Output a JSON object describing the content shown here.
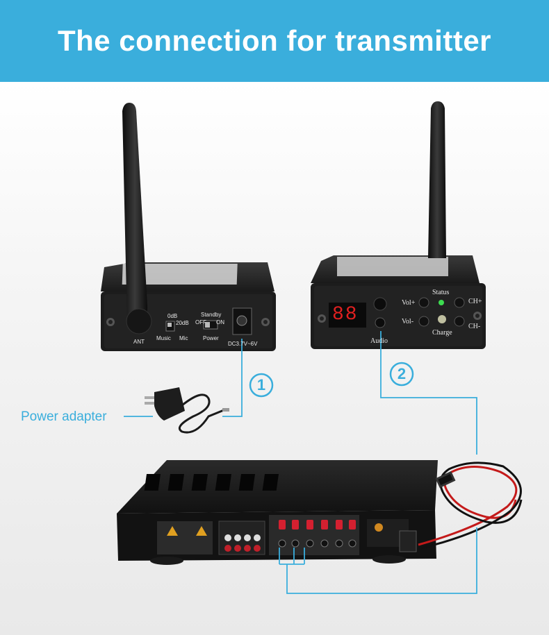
{
  "header": {
    "title": "The connection for transmitter"
  },
  "left_device": {
    "ant": "ANT",
    "gain_0db": "0dB",
    "gain_20db": "20dB",
    "music": "Music",
    "mic": "Mic",
    "standby": "Standby",
    "off": "OFF",
    "on": "ON",
    "power": "Power",
    "dc": "DC3.7V~6V"
  },
  "right_device": {
    "display": "88",
    "vol_plus": "Vol+",
    "vol_minus": "Vol-",
    "status": "Status",
    "charge": "Charge",
    "ch_plus": "CH+",
    "ch_minus": "CH-",
    "audio": "Audio"
  },
  "callouts": {
    "step1": "1",
    "step2": "2",
    "power_adapter": "Power adapter"
  },
  "colors": {
    "banner": "#3aaedc",
    "line": "#3aaedc",
    "device": "#1c1c1c"
  }
}
